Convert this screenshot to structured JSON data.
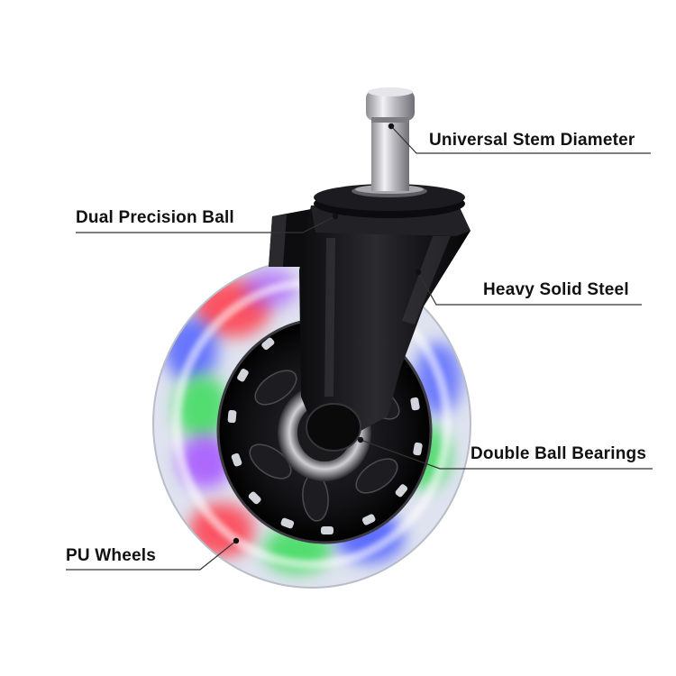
{
  "callouts": {
    "stem": "Universal Stem Diameter",
    "ball": "Dual Precision Ball",
    "steel": "Heavy Solid Steel",
    "bearings": "Double Ball Bearings",
    "wheels": "PU Wheels"
  },
  "colors": {
    "background": "#ffffff",
    "text": "#111111",
    "line": "#333333",
    "bracket": "#1a1a1a",
    "stem_chrome": "#c8c8cc",
    "glow_red": "#ff3a4a",
    "glow_green": "#3adc5a",
    "glow_blue": "#4a5aff",
    "glow_purple": "#a04aff"
  },
  "icons": [
    "caster-wheel-illustration"
  ]
}
